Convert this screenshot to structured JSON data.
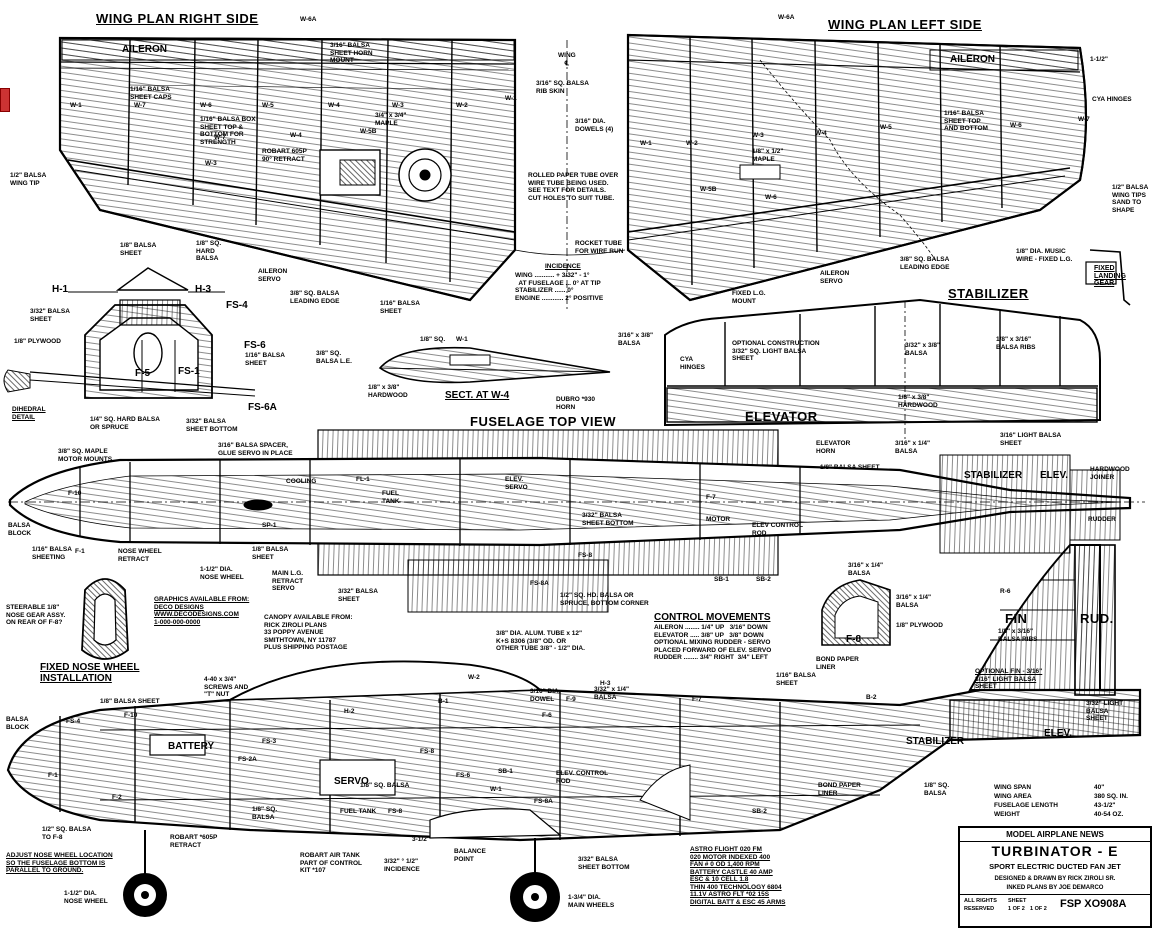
{
  "titles": {
    "wing_right": "WING PLAN RIGHT SIDE",
    "wing_left": "WING PLAN LEFT SIDE",
    "stabilizer": "STABILIZER",
    "elevator": "ELEVATOR",
    "fuselage_top": "FUSELAGE TOP VIEW",
    "sect_w4": "SECT. AT W-4",
    "fin": "FIN",
    "rud": "RUD.",
    "fixed_nose_wheel": "FIXED NOSE WHEEL\nINSTALLATION",
    "fixed_landing_gear": "FIXED\nLANDING\nGEAR",
    "dihedral_detail": "DIHEDRAL\nDETAIL",
    "stabilizer_small": "STABILIZER",
    "elev_small": "ELEV.",
    "rudder_small": "RUDDER"
  },
  "wing_right_labels": {
    "aileron": "AILERON",
    "w6a": "W-6A",
    "balsa_sheet_horn": "3/16\" BALSA\nSHEET HORN\nMOUNT",
    "sheet_caps": "1/16\" BALSA\nSHEET CAPS",
    "w7": "W-7",
    "w6": "W-6",
    "w5": "W-5",
    "w4": "W-4",
    "w3": "W-3",
    "w2": "W-2",
    "w1": "W-1",
    "w5b": "W-5B",
    "sheet_top_bottom": "1/16\" BALSA BOX\nSHEET TOP &\nBOTTOM FOR\nSTRENGTH",
    "retract": "ROBART 605P\n90° RETRACT",
    "maple": "3/4\" x 3/4\"\nMAPLE",
    "wing_tip": "1/2\" BALSA\nWING TIP",
    "hard_balsa": "1/8\" SQ.\nHARD\nBALSA",
    "aileron_servo": "AILERON\nSERVO",
    "leading_edge": "3/8\" SQ. BALSA\nLEADING EDGE",
    "balsa_sheet": "1/16\" BALSA\nSHEET",
    "w7b": "W-7",
    "w4b": "W-4",
    "w3b": "W-3"
  },
  "center_labels": {
    "wing_cl": "WING\n℄",
    "rib_skin": "3/16\" SQ. BALSA\nRIB SKIN",
    "dowels": "3/16\" DIA.\nDOWELS (4)",
    "rolled_tube": "ROLLED PAPER TUBE OVER\nWIRE TUBE BEING USED.\nSEE TEXT FOR DETAILS.\nCUT HOLES TO SUIT TUBE.",
    "rocket_tube": "ROCKET TUBE\nFOR WIRE RUN",
    "incidence_title": "INCIDENCE",
    "incidence_text": "WING ........... + 3/32\" - 1°\n  AT FUSELAGE ... 0° AT TIP\nSTABILIZER ...... 0°\nENGINE ............ 2° POSITIVE",
    "w1": "W-1"
  },
  "wing_left_labels": {
    "w6a": "W-6A",
    "aileron": "AILERON",
    "cya_hinges": "CYA HINGES",
    "dim": "1-1/2\"",
    "w2": "W-2",
    "w3": "W-3",
    "w4": "W-4",
    "w5": "W-5",
    "w6": "W-6",
    "w7": "W-7",
    "w1": "W-1",
    "w6b": "W-6",
    "w5b": "W-5B",
    "maple": "1/8\" x 1/2\"\nMAPLE",
    "sheet_top_bottom": "1/16\" BALSA\nSHEET TOP\nAND BOTTOM",
    "wing_tip": "1/2\" BALSA\nWING TIPS\nSAND TO\nSHAPE",
    "leading_edge": "3/8\" SQ. BALSA\nLEADING EDGE",
    "fixed_lg_mount": "FIXED L.G.\nMOUNT",
    "aileron_servo": "AILERON\nSERVO",
    "music_wire": "1/8\" DIA. MUSIC\nWIRE - FIXED L.G."
  },
  "former_labels": {
    "h1": "H-1",
    "h3": "H-3",
    "balsa_sheet": "1/8\" BALSA\nSHEET",
    "fs4": "FS-4",
    "balsa_sheet_332": "3/32\" BALSA\nSHEET",
    "plywood": "1/8\" PLYWOOD",
    "fs6": "FS-6",
    "sheet_116": "1/16\" BALSA\nSHEET",
    "f5": "F-5",
    "fs1": "FS-1",
    "fs6a": "FS-6A",
    "hard_balsa": "1/4\" SQ. HARD BALSA\nOR SPRUCE",
    "sheet_bottom": "3/32\" BALSA\nSHEET BOTTOM"
  },
  "section_labels": {
    "balsa_le": "3/8\" SQ.\nBALSA L.E.",
    "sq": "1/8\" SQ.",
    "w1": "W-1",
    "hardwood": "1/8\" x 3/8\"\nHARDWOOD",
    "horn": "DUBRO *930\nHORN"
  },
  "stab_labels": {
    "balsa": "3/16\" x 3/8\"\nBALSA",
    "cya_hinges": "CYA\nHINGES",
    "optional": "OPTIONAL CONSTRUCTION\n3/32\" SQ. LIGHT BALSA\nSHEET",
    "balsa_332": "3/32\" x 3/8\"\nBALSA",
    "balsa_ribs": "1/8\" x 3/16\"\nBALSA RIBS",
    "hardwood": "1/8\" x 3/8\"\nHARDWOOD",
    "elevator_horn": "ELEVATOR\nHORN",
    "balsa_316": "3/16\" x 1/4\"\nBALSA",
    "light_balsa": "3/16\" LIGHT BALSA\nSHEET"
  },
  "fuselage_top_labels": {
    "motor_mounts": "3/8\" SQ. MAPLE\nMOTOR MOUNTS",
    "spacer": "3/16\" BALSA SPACER,\nGLUE SERVO IN PLACE",
    "balsa_sheet": "1/8\" BALSA SHEET",
    "hardwood_joiner": "HARDWOOD\nJOINER",
    "balsa_block": "BALSA\nBLOCK",
    "f10": "F-10",
    "sheeting": "1/16\" BALSA\nSHEETING",
    "f1": "F-1",
    "nose_retract": "NOSE WHEEL\nRETRACT",
    "nose_wheel": "1-1/2\" DIA.\nNOSE WHEEL",
    "sheet_18": "1/8\" BALSA\nSHEET",
    "sp1": "SP-1",
    "main_lg": "MAIN L.G.\nRETRACT\nSERVO",
    "balsa_sheet_bottom": "3/32\" BALSA\nSHEET BOTTOM",
    "fs8": "FS-8",
    "elev_servo": "ELEV.\nSERVO",
    "elev_control": "ELEV CONTROL\nROD",
    "f7": "F-7",
    "motor": "MOTOR",
    "sb1": "SB-1",
    "sb2": "SB-2",
    "sheet_bottom": "3/32\" BALSA\nSHEET",
    "fs8a": "FS-8A",
    "hd_balsa": "1/2\" SQ. HD. BALSA OR\nSPRUCE, BOTTOM CORNER",
    "fl1": "FL-1",
    "fuel": "FUEL\nTANK",
    "cooling": "COOLING"
  },
  "nose_gear_labels": {
    "steerable": "STEERABLE 1/8\"\nNOSE GEAR ASSY.\nON REAR OF F-8?",
    "graphics": "GRAPHICS AVAILABLE FROM:\nDECO DESIGNS\nWWW.DECODESIGNS.COM\n1-000-000-0000",
    "canopy": "CANOPY AVAILABLE FROM:\nRICK ZIROLI PLANS\n33 POPPY AVENUE\nSMITHTOWN, NY 11787\nPLUS SHIPPING POSTAGE",
    "alum_tube": "3/8\" DIA. ALUM. TUBE x 12\"\nK+S 8306 (3/8\" OD. OR\nOTHER TUBE 3/8\" - 1/2\" DIA."
  },
  "control_movements": {
    "title": "CONTROL MOVEMENTS",
    "text": "AILERON ........ 1/4\" UP   3/16\" DOWN\nELEVATOR ..... 3/8\" UP   3/8\" DOWN\nOPTIONAL MIXING RUDDER - SERVO\nPLACED FORWARD OF ELEV. SERVO\nRUDDER ........ 3/4\" RIGHT  3/4\" LEFT"
  },
  "fin_labels": {
    "f8": "F-8",
    "sheet_1": "3/16\" x 1/4\"\nBALSA",
    "sheet_2": "3/16\" x 1/4\"\nBALSA",
    "plywood": "1/8\" PLYWOOD",
    "bond_paper": "BOND PAPER\nLINER",
    "balsa_ribs": "1/8\" x 3/16\"\nBALSA RIBS",
    "r6": "R-6",
    "optional": "OPTIONAL FIN - 3/16\"\n3/16\" LIGHT BALSA\nSHEET",
    "light_balsa": "3/32\" LIGHT\nBALSA\nSHEET"
  },
  "side_view_labels": {
    "screws": "4-40 x 3/4\"\nSCREWS AND\n\"T\" NUT",
    "balsa_block": "BALSA\nBLOCK",
    "f10": "F-10",
    "sheet_18": "1/8\" BALSA SHEET",
    "battery": "BATTERY",
    "fs4": "FS-4",
    "fs3": "FS-3",
    "fs2a": "FS-2A",
    "f2": "F-2",
    "f1": "F-1",
    "fs8": "FS-8",
    "fs6": "FS-6",
    "b1": "B-1",
    "b2": "B-2",
    "servo": "SERVO",
    "sq_balsa": "1/8\" SQ.\nBALSA",
    "sq_balsa2": "1/2\" SQ. BALSA\nTO F-8",
    "sq_balsa3": "1/8\" SQ. BALSA",
    "fuel_tank": "FUEL TANK",
    "fs8b": "FS-8",
    "dowel": "3/16\" DIA.\nDOWEL",
    "f9": "F-9",
    "f7": "F-7",
    "f6": "F-6",
    "sheet_332": "3/32\" x 1/4\"\nBALSA",
    "sheet_116": "1/16\" BALSA\nSHEET",
    "elev_control": "ELEV. CONTROL\nROD",
    "sb1": "SB-1",
    "bond_paper": "BOND PAPER\nLINER",
    "stabilizer": "STABILIZER",
    "elev": "ELEV.",
    "sq_balsa4": "1/8\" SQ.\nBALSA",
    "sb2": "SB-2",
    "fs8a": "FS-8A",
    "dim_312": "3-1/2\"",
    "incidence": "3/32\" ° 1/2\"\nINCIDENCE",
    "balance": "BALANCE\nPOINT",
    "sheet_bottom": "3/32\" BALSA\nSHEET BOTTOM",
    "adjust": "ADJUST NOSE WHEEL LOCATION\nSO THE FUSELAGE BOTTOM IS\nPARALLEL TO GROUND.",
    "robart_retract": "ROBART *605P\nRETRACT",
    "nose_wheel": "1-1/2\" DIA.\nNOSE WHEEL",
    "robart_tank": "ROBART AIR TANK\nPART OF CONTROL\nKIT *107",
    "main_wheels": "1-3/4\" DIA.\nMAIN WHEELS",
    "wo2": "W-2",
    "h3": "H-3",
    "h2": "H-2",
    "wo1": "W-1"
  },
  "power_spec": "ASTRO FLIGHT 020 FM\n020 MOTOR INDEXED 400\nFAN # 0 OD 1,400 RPM\nBATTERY CASTLE 40 AMP\nESC & 10 CELL 1.8\nTHIN 400 TECHNOLOGY 6804\n11.1V ASTRO FLT *02 15S\nDIGITAL BATT & ESC 45 ARMS",
  "specs": {
    "wing_span_label": "WING SPAN",
    "wing_span": "40\"",
    "wing_area_label": "WING AREA",
    "wing_area": "380 SQ. IN.",
    "fuselage_length_label": "FUSELAGE LENGTH",
    "fuselage_length": "43-1/2\"",
    "weight_label": "WEIGHT",
    "weight": "40-54 OZ."
  },
  "title_block": {
    "publisher": "MODEL AIRPLANE NEWS",
    "name": "TURBINATOR - E",
    "subtitle": "SPORT ELECTRIC DUCTED FAN JET",
    "designed": "DESIGNED & DRAWN BY RICK ZIROLI SR.",
    "inked": "INKED PLANS BY JOE DEMARCO",
    "rights": "ALL RIGHTS\nRESERVED",
    "sheet": "SHEET\n1 OF 2",
    "plan_no": "FSP XO908A",
    "sheet_small": "1 OF 2"
  },
  "colors": {
    "ink": "#000000",
    "paper": "#ffffff",
    "tab": "#cc3333"
  }
}
